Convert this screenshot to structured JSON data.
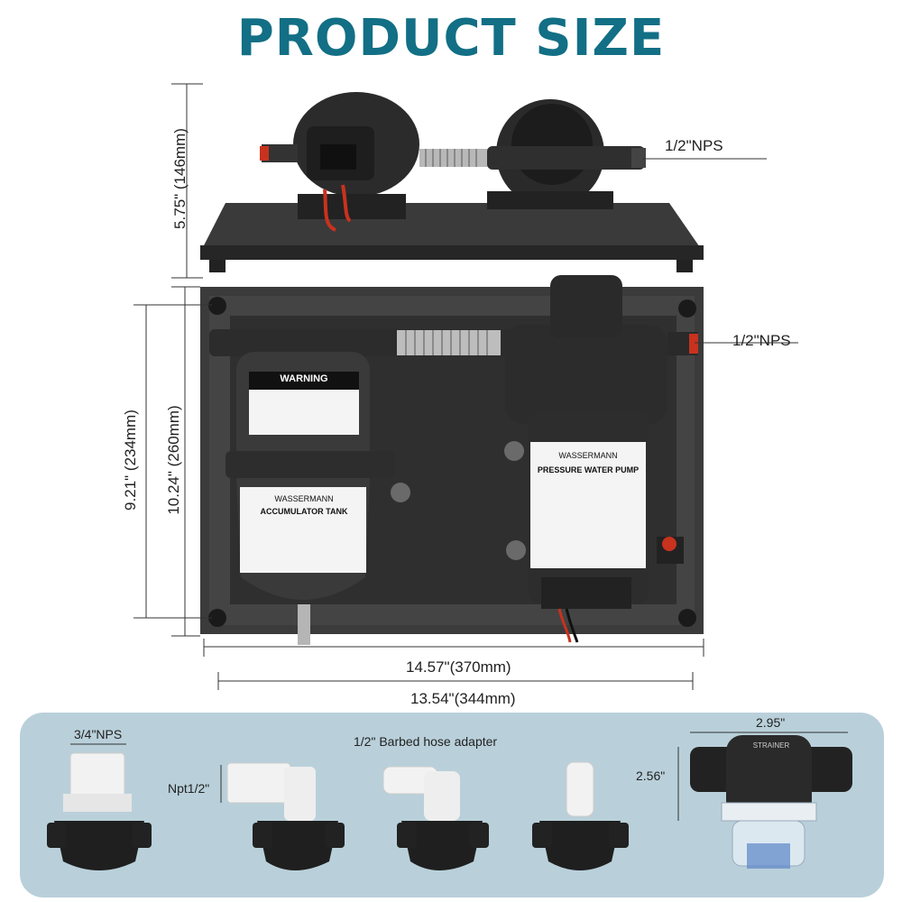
{
  "title": "PRODUCT SIZE",
  "dimensions": {
    "top_height": "5.75\" (146mm)",
    "top_port": "1/2\"NPS",
    "side_port": "1/2\"NPS",
    "board_height_outer": "10.24\" (260mm)",
    "board_height_inner": "9.21\" (234mm)",
    "board_width_outer": "14.57\"(370mm)",
    "board_width_inner": "13.54\"(344mm)"
  },
  "accessories": {
    "adapter_nps": "3/4\"NPS",
    "npt": "Npt1/2\"",
    "barbed": "1/2\" Barbed hose adapter",
    "strainer_width": "2.95\"",
    "strainer_height": "2.56\""
  },
  "labels": {
    "warning": "WARNING",
    "brand": "WASSERMANN",
    "tank_name": "ACCUMULATOR TANK",
    "pump_name": "PRESSURE WATER PUMP",
    "strainer": "STRAINER"
  },
  "colors": {
    "title": "#126f85",
    "panel": "#b9d0da",
    "device": "#2c2c2c",
    "accent_red": "#c8321e"
  }
}
